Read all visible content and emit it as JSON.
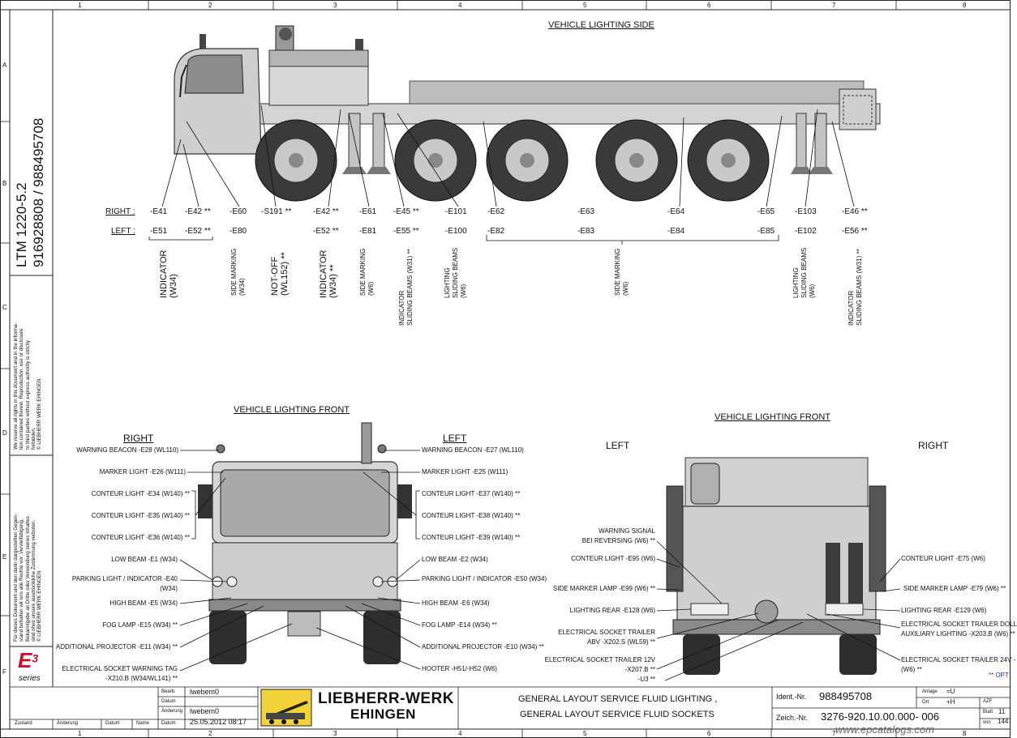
{
  "sheet": {
    "col_numbers": [
      "1",
      "2",
      "3",
      "4",
      "5",
      "6",
      "7",
      "8"
    ],
    "row_letters": [
      "A",
      "B",
      "C",
      "D",
      "E",
      "F"
    ]
  },
  "left_strip": {
    "model": "LTM 1220-5.2",
    "doc_numbers": "916928808  /  988495708",
    "copyright_en": [
      "We reserve all rights in this document and in the informa-",
      "tion contained therein. Reproduction, use or disclosure",
      "to third parties without express authority is strictly",
      "forbidden.",
      "© LIEBHERR WERK EHINGEN"
    ],
    "copyright_de": [
      "Für dieses Dokument und den darin dargestellten Gegen-",
      "stand behalten wir uns alle Rechte vor. Vervielfältigung,",
      "Bekanntgabe an Dritte oder Verwendung seines Inhaltes",
      "sind ohne unsere ausdrückliche Zustimmung verboten.",
      "© LIEBHERR WERK EHINGEN"
    ],
    "e3_label": "E",
    "e3_sup": "3",
    "series_label": "series"
  },
  "side_view": {
    "title": "VEHICLE LIGHTING SIDE",
    "right_label": "RIGHT :",
    "left_label": "LEFT :",
    "right_codes": [
      "-E41",
      "-E42 **",
      "-E60",
      "-S191 **",
      "-E42 **",
      "-E61",
      "-E45 **",
      "-E101",
      "-E62",
      "-E63",
      "-E64",
      "-E65",
      "-E103",
      "-E46 **"
    ],
    "left_codes": [
      "-E51",
      "-E52 **",
      "-E80",
      "",
      "-E52 **",
      "-E81",
      "-E55 **",
      "-E100",
      "-E82",
      "-E83",
      "-E84",
      "-E85",
      "-E102",
      "-E56 **"
    ],
    "descriptions": [
      {
        "lines": [
          "INDICATOR",
          "(W34)"
        ]
      },
      {
        "lines": [
          "SIDE MARKING",
          "(W34)"
        ]
      },
      {
        "lines": [
          "NOT-OFF",
          "(WL152) **"
        ]
      },
      {
        "lines": [
          "INDICATOR",
          "(W34) **"
        ]
      },
      {
        "lines": [
          "SIDE MARKING",
          "(W6)"
        ]
      },
      {
        "lines": [
          "INDICATOR",
          "SLIDING BEAMS (W31) **"
        ]
      },
      {
        "lines": [
          "LIGHTING",
          "SLIDING BEAMS",
          "(W6)"
        ]
      },
      {
        "lines": [
          "SIDE MARKING",
          "(W6)"
        ]
      },
      {
        "lines": [
          "LIGHTING",
          "SLIDING BEAMS",
          "(W6)"
        ]
      },
      {
        "lines": [
          "INDICATOR",
          "SLIDING BEAMS (W31) **"
        ]
      }
    ]
  },
  "front_view": {
    "title": "VEHICLE LIGHTING FRONT",
    "right_heading": "RIGHT",
    "left_heading": "LEFT",
    "right_labels": [
      "WARNING BEACON -E28 (WL110)",
      "MARKER LIGHT -E26 (W111)",
      "CONTEUR LIGHT -E34 (W140) **",
      "CONTEUR LIGHT -E35 (W140) **",
      "CONTEUR LIGHT -E36 (W140) **",
      "LOW BEAM -E1 (W34)",
      "PARKING LIGHT / INDICATOR -E40",
      "(W34)",
      "HIGH BEAM -E5 (W34)",
      "FOG LAMP -E15 (W34) **",
      "ADDITIONAL PROJECTOR -E11 (W34) **",
      "ELECTRICAL SOCKET WARNING TAG",
      "-X210.B (W34/WL141) **"
    ],
    "left_labels": [
      "WARNING BEACON -E27 (WL110)",
      "MARKER LIGHT -E25 (W111)",
      "CONTEUR LIGHT -E37 (W140) **",
      "CONTEUR LIGHT -E38 (W140) **",
      "CONTEUR LIGHT -E39 (W140) **",
      "LOW BEAM -E2 (W34)",
      "PARKING LIGHT / INDICATOR -E50 (W34)",
      "HIGH BEAM -E6 (W34)",
      "FOG LAMP -E14 (W34) **",
      "ADDITIONAL PROJECTOR -E10 (W34) **",
      "HOOTER -H51/-H52 (W6)"
    ]
  },
  "rear_view": {
    "title": "VEHICLE LIGHTING FRONT",
    "left_heading": "LEFT",
    "right_heading": "RIGHT",
    "left_labels": [
      "WARNING SIGNAL",
      "BEI REVERSING (W6) **",
      "CONTEUR LIGHT -E95 (W6)",
      "SIDE MARKER LAMP -E99 (W6) **",
      "LIGHTING REAR -E128 (W6)",
      "ELECTRICAL SOCKET TRAILER",
      "ABV -X202.S (WL59) **",
      "ELECTRICAL SOCKET TRAILER 12V",
      "-X207.B **",
      "-U3 **"
    ],
    "right_labels": [
      "CONTEUR LIGHT -E75 (W6)",
      "SIDE MARKER LAMP -E79 (W6) **",
      "LIGHTING REAR  -E129 (W6)",
      "ELECTRICAL SOCKET TRAILER DOLL",
      "AUXILIARY LIGHTING -X203.B (W6) **",
      "ELECTRICAL SOCKET TRAILER 24V -",
      "(W6) **"
    ],
    "optional_note": "** OPT"
  },
  "title_block": {
    "bearb_label": "Bearb.",
    "datum_label": "Datum",
    "aenderung_label": "Änderung",
    "bearb_value": "lwebem0",
    "aenderung_value": "lwebem0",
    "date_value": "25.05.2012  08:17",
    "footer_labels": [
      "Zustand",
      "Änderung",
      "Datum",
      "Name",
      "Datum"
    ],
    "company_line1": "LIEBHERR-WERK",
    "company_line2": "EHINGEN",
    "description_line1": "GENERAL LAYOUT SERVICE FLUID LIGHTING ,",
    "description_line2": "GENERAL LAYOUT SERVICE FLUID SOCKETS",
    "ident_label": "Ident.-Nr.",
    "ident_value": "988495708",
    "zeich_label": "Zeich.-Nr.",
    "zeich_value": "3276-920.10.00.000- 006",
    "anlage_label": "Anlage",
    "anlage_value": "=U",
    "ort_label": "Ort",
    "ort_value": "+H",
    "azf_label": "AZF",
    "blatt_label": "Blatt",
    "blatt_value": "11",
    "von_label": "von",
    "von_value": "144"
  },
  "watermark": "www.epcatalogs.com"
}
